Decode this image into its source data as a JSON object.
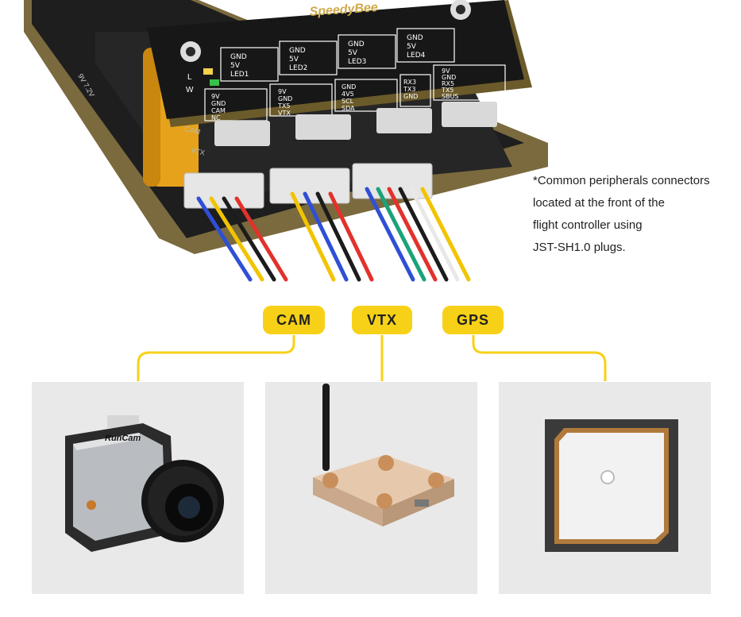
{
  "board": {
    "brand_text": "SpeedyBee",
    "top_pads": [
      {
        "lines": [
          "GND",
          "5V",
          "LED1"
        ]
      },
      {
        "lines": [
          "GND",
          "5V",
          "LED2"
        ]
      },
      {
        "lines": [
          "GND",
          "5V",
          "LED3"
        ]
      },
      {
        "lines": [
          "GND",
          "5V",
          "LED4"
        ]
      }
    ],
    "mid_pads": [
      {
        "lines": [
          "9V",
          "GND",
          "CAM",
          "NC"
        ]
      },
      {
        "lines": [
          "9V",
          "GND",
          "TX5",
          "VTX"
        ]
      },
      {
        "lines": [
          "GND",
          "4V5",
          "SCL",
          "SDA"
        ]
      },
      {
        "lines": [
          "RX3",
          "TX3",
          "GND"
        ]
      },
      {
        "lines": [
          "9V",
          "GND",
          "RX5",
          "TX5",
          "SBUS"
        ]
      }
    ],
    "side_labels": {
      "cam": "CAM",
      "vtx": "VTX",
      "voltage": "9V 7.2V",
      "l": "L",
      "w": "W"
    }
  },
  "caption": {
    "lines": [
      "*Common peripherals connectors",
      "located at the front of the",
      "flight controller using",
      "JST-SH1.0 plugs."
    ]
  },
  "connectors": [
    {
      "label": "CAM"
    },
    {
      "label": "VTX"
    },
    {
      "label": "GPS"
    }
  ],
  "camera": {
    "brand": "RunCam"
  },
  "colors": {
    "accent": "#f7d117",
    "panel": "#e9e9e9",
    "board": "#1b1b1b",
    "pcb_edge": "#6b5a2a",
    "text": "#222222",
    "wires": [
      "#2f4fd6",
      "#f2c400",
      "#1c1c1c",
      "#e2322b",
      "#1aa37a",
      "#e8e8e8"
    ]
  }
}
